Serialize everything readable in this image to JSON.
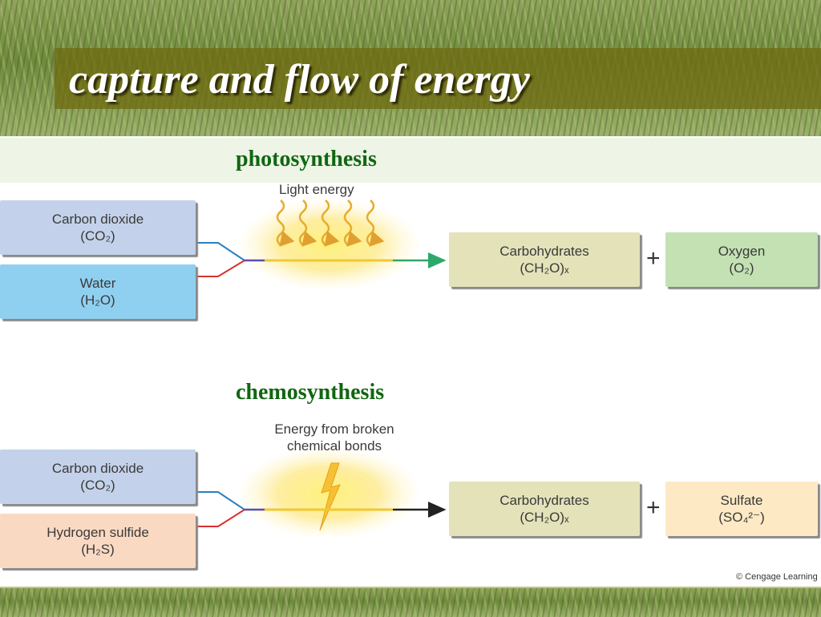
{
  "title": "capture and flow of energy",
  "photosynthesis": {
    "label": "photosynthesis",
    "energy_label": "Light energy",
    "reactants": [
      {
        "name": "Carbon dioxide",
        "formula": "(CO₂)"
      },
      {
        "name": "Water",
        "formula": "(H₂O)"
      }
    ],
    "products": [
      {
        "name": "Carbohydrates",
        "formula": "(CH₂O)ₓ"
      },
      {
        "name": "Oxygen",
        "formula": "(O₂)"
      }
    ],
    "plus": "+"
  },
  "chemosynthesis": {
    "label": "chemosynthesis",
    "energy_label_line1": "Energy from broken",
    "energy_label_line2": "chemical bonds",
    "reactants": [
      {
        "name": "Carbon dioxide",
        "formula": "(CO₂)"
      },
      {
        "name": "Hydrogen sulfide",
        "formula": "(H₂S)"
      }
    ],
    "products": [
      {
        "name": "Carbohydrates",
        "formula": "(CH₂O)ₓ"
      },
      {
        "name": "Sulfate",
        "formula": "(SO₄²⁻)"
      }
    ],
    "plus": "+"
  },
  "copyright": "© Cengage Learning",
  "colors": {
    "title_band": "#706c12",
    "section_label": "#116611",
    "co2_line": "#2a7fc0",
    "water_line": "#d8322e",
    "light_arrow": "#2ea86a"
  }
}
